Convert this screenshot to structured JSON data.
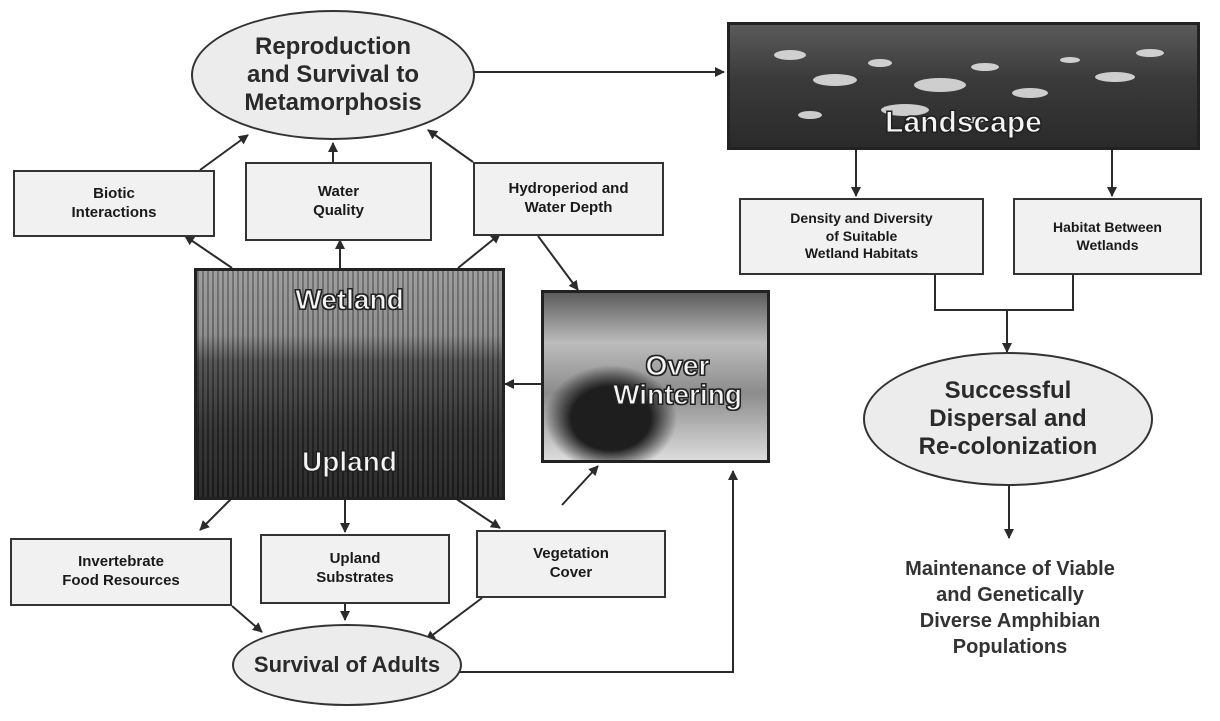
{
  "nodes": {
    "reproduction": "Reproduction\nand Survival to\nMetamorphosis",
    "landscape": "Landscape",
    "biotic": "Biotic\nInteractions",
    "water_quality": "Water\nQuality",
    "hydroperiod": "Hydroperiod and\nWater Depth",
    "density": "Density and Diversity\nof Suitable\nWetland Habitats",
    "habitat_between": "Habitat Between\nWetlands",
    "wetland": "Wetland",
    "upland": "Upland",
    "over_wintering": "Over\nWintering",
    "successful_dispersal": "Successful\nDispersal and\nRe-colonization",
    "invertebrate": "Invertebrate\nFood Resources",
    "upland_substrates": "Upland\nSubstrates",
    "vegetation": "Vegetation\nCover",
    "survival_adults": "Survival of Adults",
    "maintenance": "Maintenance of Viable\nand Genetically\nDiverse Amphibian\nPopulations"
  },
  "colors": {
    "line": "#2b2b2b",
    "box_fill": "#f1f1f1",
    "oval_fill": "#ececec",
    "photo_label": "#f4f4f4"
  }
}
